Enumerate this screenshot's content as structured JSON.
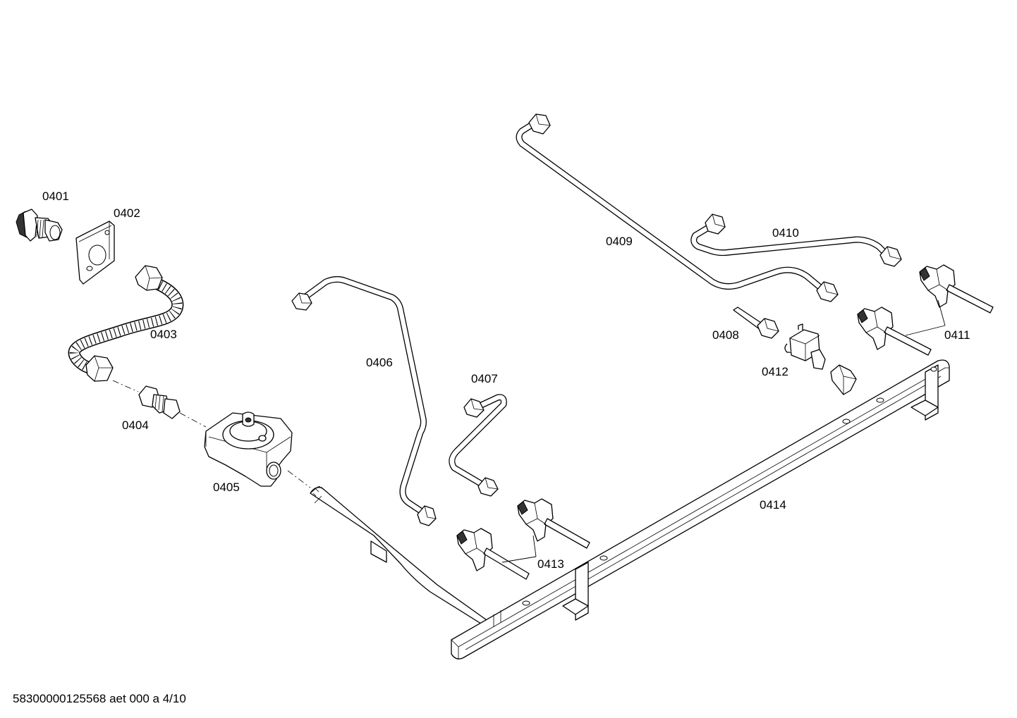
{
  "parts": [
    {
      "key": "0401",
      "label": "0401"
    },
    {
      "key": "0402",
      "label": "0402"
    },
    {
      "key": "0403",
      "label": "0403"
    },
    {
      "key": "0404",
      "label": "0404"
    },
    {
      "key": "0405",
      "label": "0405"
    },
    {
      "key": "0406",
      "label": "0406"
    },
    {
      "key": "0407",
      "label": "0407"
    },
    {
      "key": "0408",
      "label": "0408"
    },
    {
      "key": "0409",
      "label": "0409"
    },
    {
      "key": "0410",
      "label": "0410"
    },
    {
      "key": "0411",
      "label": "0411"
    },
    {
      "key": "0412",
      "label": "0412"
    },
    {
      "key": "0413",
      "label": "0413"
    },
    {
      "key": "0414",
      "label": "0414"
    }
  ],
  "footer": {
    "document_code": "58300000125568 aet 000 a 4/10"
  }
}
